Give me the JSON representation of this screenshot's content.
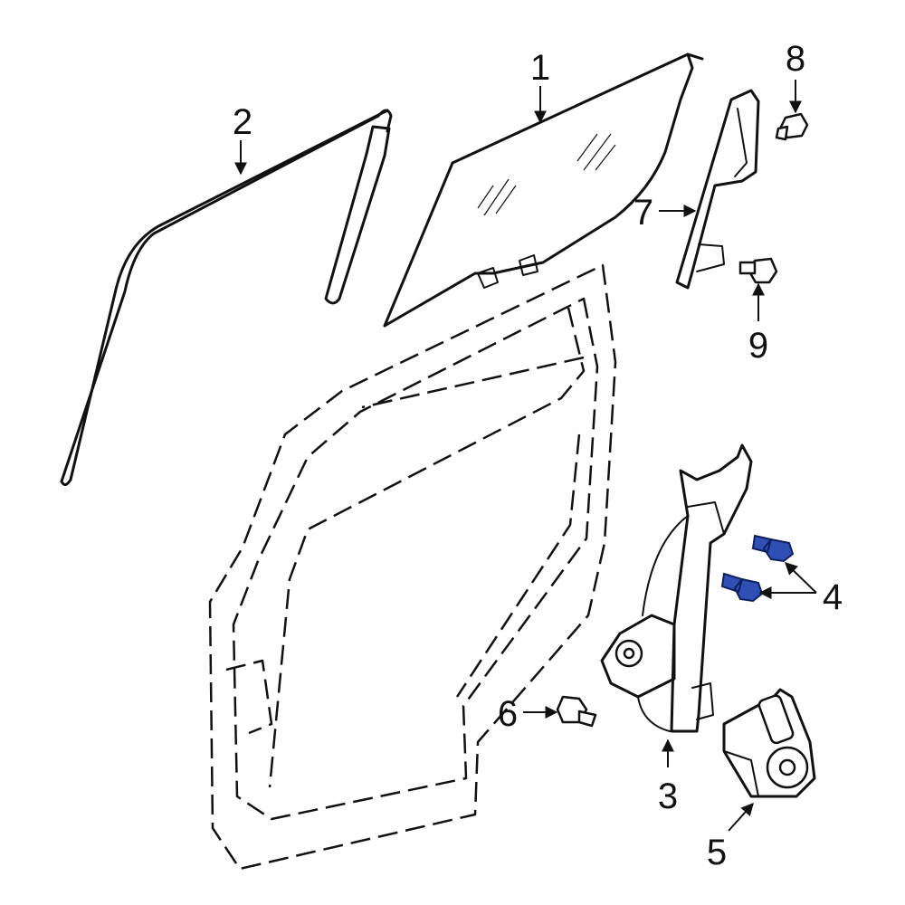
{
  "callouts": [
    {
      "id": "1",
      "label": "1"
    },
    {
      "id": "2",
      "label": "2"
    },
    {
      "id": "3",
      "label": "3"
    },
    {
      "id": "4",
      "label": "4"
    },
    {
      "id": "5",
      "label": "5"
    },
    {
      "id": "6",
      "label": "6"
    },
    {
      "id": "7",
      "label": "7"
    },
    {
      "id": "8",
      "label": "8"
    },
    {
      "id": "9",
      "label": "9"
    }
  ],
  "colors": {
    "line": "#111111",
    "background": "#ffffff",
    "highlight_fill": "#2f4fb5",
    "highlight_stroke": "#0c1f5c"
  },
  "highlighted_part": "4"
}
